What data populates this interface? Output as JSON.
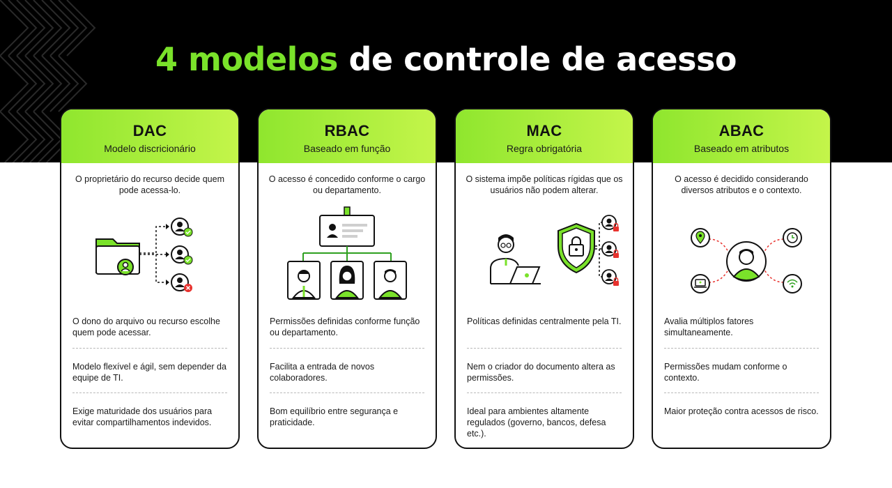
{
  "title": {
    "highlight": "4 modelos",
    "rest": "de controle de acesso"
  },
  "colors": {
    "accent": "#7ae22a",
    "accent_light": "#c4f54a",
    "background_top": "#000000",
    "lock_red": "#e8322e"
  },
  "cards": [
    {
      "abbr": "DAC",
      "subtitle": "Modelo discricionário",
      "description": "O proprietário do recurso decide quem pode acessa-lo.",
      "illustration": "folder-share-icon",
      "points": [
        "O dono do arquivo ou recurso escolhe quem pode acessar.",
        "Modelo flexível e ágil, sem depender da equipe de TI.",
        "Exige maturidade dos usuários para evitar compartilhamentos indevidos."
      ]
    },
    {
      "abbr": "RBAC",
      "subtitle": "Baseado em função",
      "description": "O acesso é concedido conforme o cargo ou departamento.",
      "illustration": "org-chart-icon",
      "points": [
        "Permissões definidas conforme função ou departamento.",
        "Facilita a entrada de novos colaboradores.",
        "Bom equilíbrio entre segurança e praticidade."
      ]
    },
    {
      "abbr": "MAC",
      "subtitle": "Regra obrigatória",
      "description": "O sistema impõe políticas rígidas que os usuários não podem alterar.",
      "illustration": "shield-lock-icon",
      "points": [
        "Políticas definidas centralmente pela TI.",
        "Nem o criador do documento altera as permissões.",
        "Ideal para ambientes altamente regulados (governo, bancos, defesa etc.)."
      ]
    },
    {
      "abbr": "ABAC",
      "subtitle": "Baseado em atributos",
      "description": "O acesso é decidido considerando diversos atributos e o contexto.",
      "illustration": "attributes-network-icon",
      "points": [
        "Avalia múltiplos fatores simultaneamente.",
        "Permissões mudam conforme o contexto.",
        "Maior proteção contra acessos de risco."
      ]
    }
  ]
}
